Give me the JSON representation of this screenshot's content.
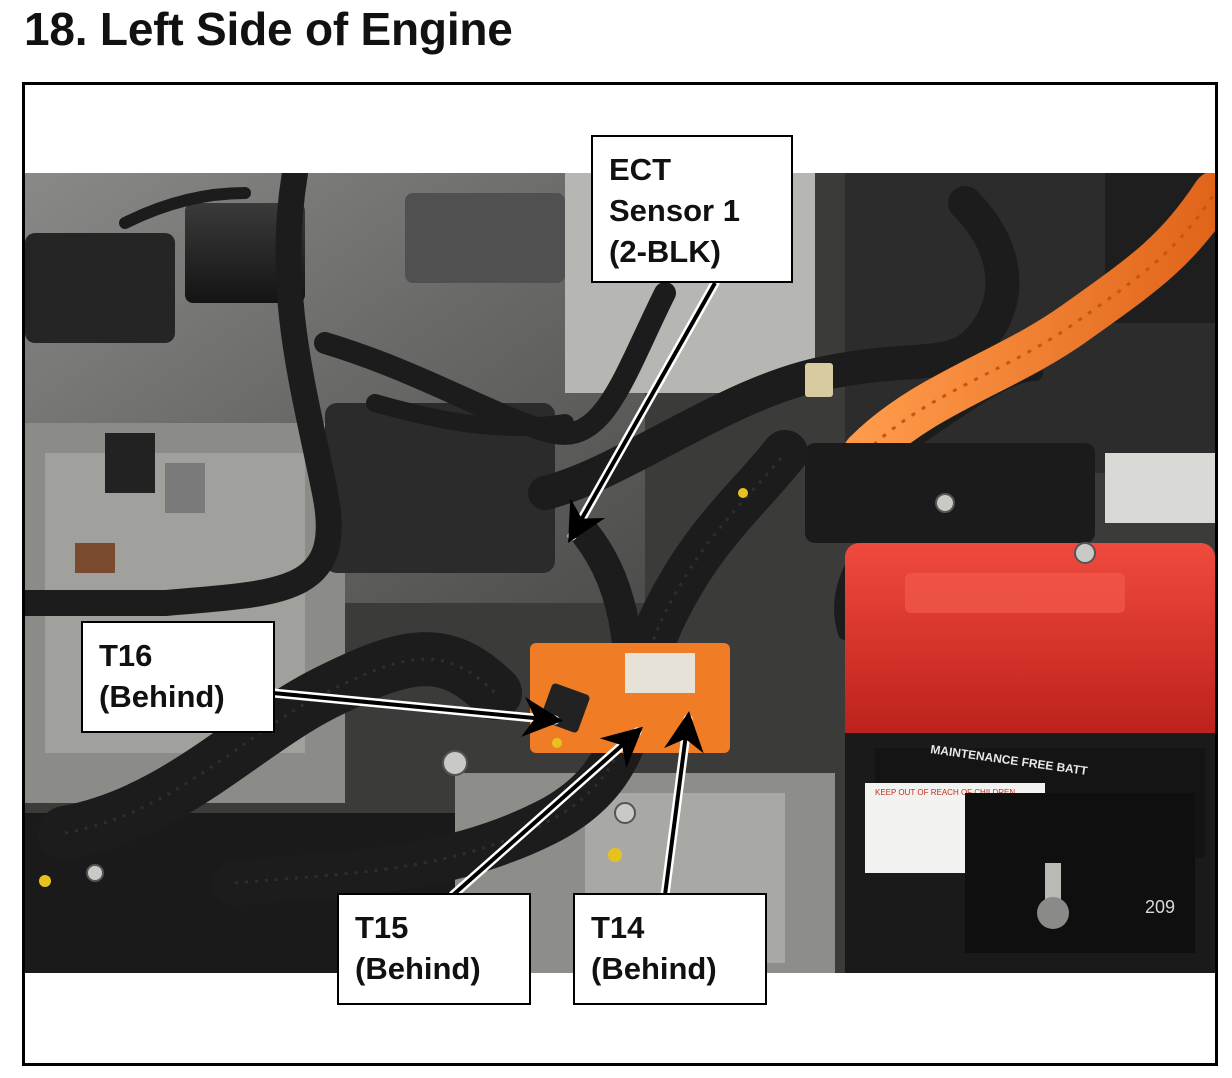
{
  "page": {
    "title": "18.  Left Side of Engine"
  },
  "callouts": {
    "ect": {
      "line1": "ECT",
      "line2": "Sensor 1",
      "line3": "(2-BLK)"
    },
    "t16": {
      "line1": "T16",
      "line2": "(Behind)"
    },
    "t15": {
      "line1": "T15",
      "line2": "(Behind)"
    },
    "t14": {
      "line1": "T14",
      "line2": "(Behind)"
    }
  },
  "photo": {
    "labels": {
      "battery_label": "MAINTENANCE FREE BATT",
      "battery_warning": "KEEP OUT OF REACH OF CHILDREN",
      "part_code": "209"
    }
  },
  "colors": {
    "hose": "#1c1c1c",
    "orange_conduit": "#f07c25",
    "battery_cover": "#e2302a",
    "metal": "#9a9a98",
    "frame": "#000000"
  }
}
